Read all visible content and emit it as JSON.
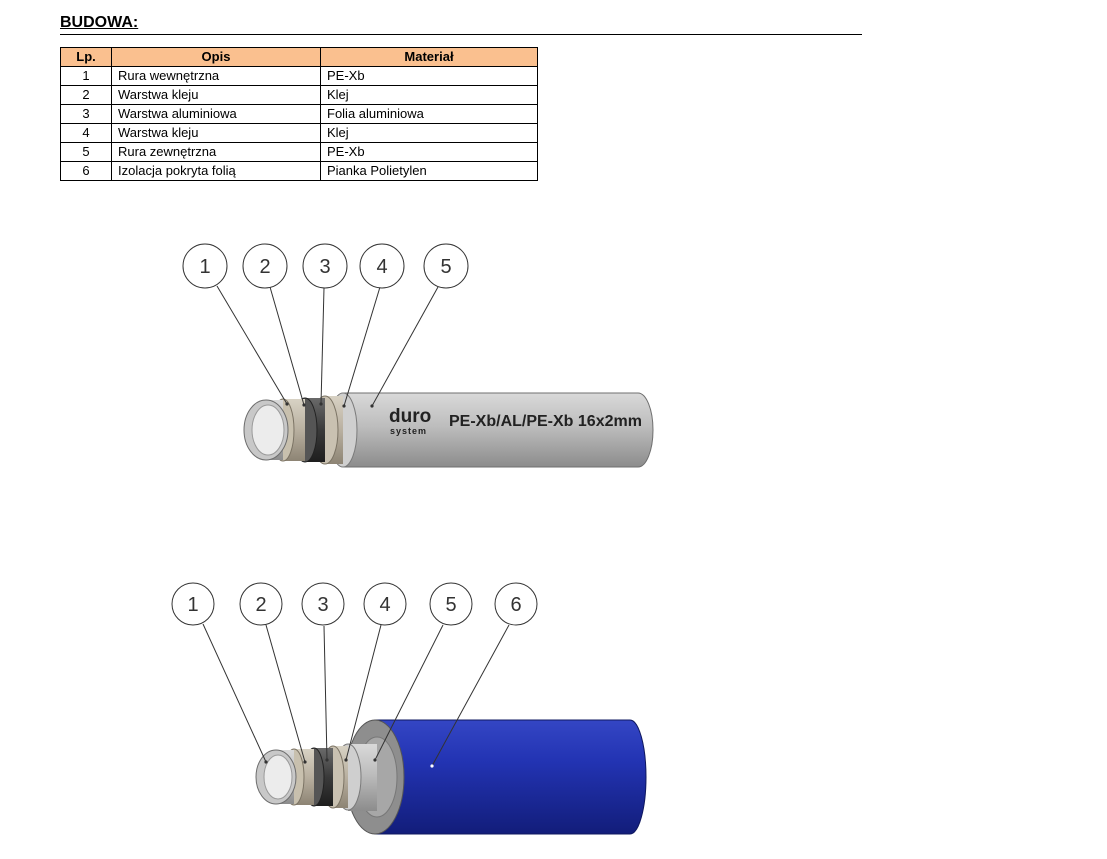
{
  "heading": "BUDOWA:",
  "table": {
    "headers": {
      "lp": "Lp.",
      "opis": "Opis",
      "material": "Materiał"
    },
    "rows": [
      {
        "lp": "1",
        "opis": "Rura wewnętrzna",
        "material": "PE-Xb"
      },
      {
        "lp": "2",
        "opis": "Warstwa kleju",
        "material": "Klej"
      },
      {
        "lp": "3",
        "opis": "Warstwa aluminiowa",
        "material": "Folia aluminiowa"
      },
      {
        "lp": "4",
        "opis": "Warstwa kleju",
        "material": "Klej"
      },
      {
        "lp": "5",
        "opis": "Rura zewnętrzna",
        "material": "PE-Xb"
      },
      {
        "lp": "6",
        "opis": "Izolacja pokryta folią",
        "material": "Pianka Polietylen"
      }
    ]
  },
  "figure1": {
    "callouts": [
      "1",
      "2",
      "3",
      "4",
      "5"
    ],
    "brand_name": "duro",
    "brand_sub": "system",
    "pipe_print": "PE-Xb/AL/PE-Xb 16x2mm"
  },
  "figure2": {
    "callouts": [
      "1",
      "2",
      "3",
      "4",
      "5",
      "6"
    ]
  },
  "colors": {
    "header_fill": "#fac08f",
    "pipe_gray": "#b8b8b8",
    "insulation_blue": "#1f2ea8"
  }
}
